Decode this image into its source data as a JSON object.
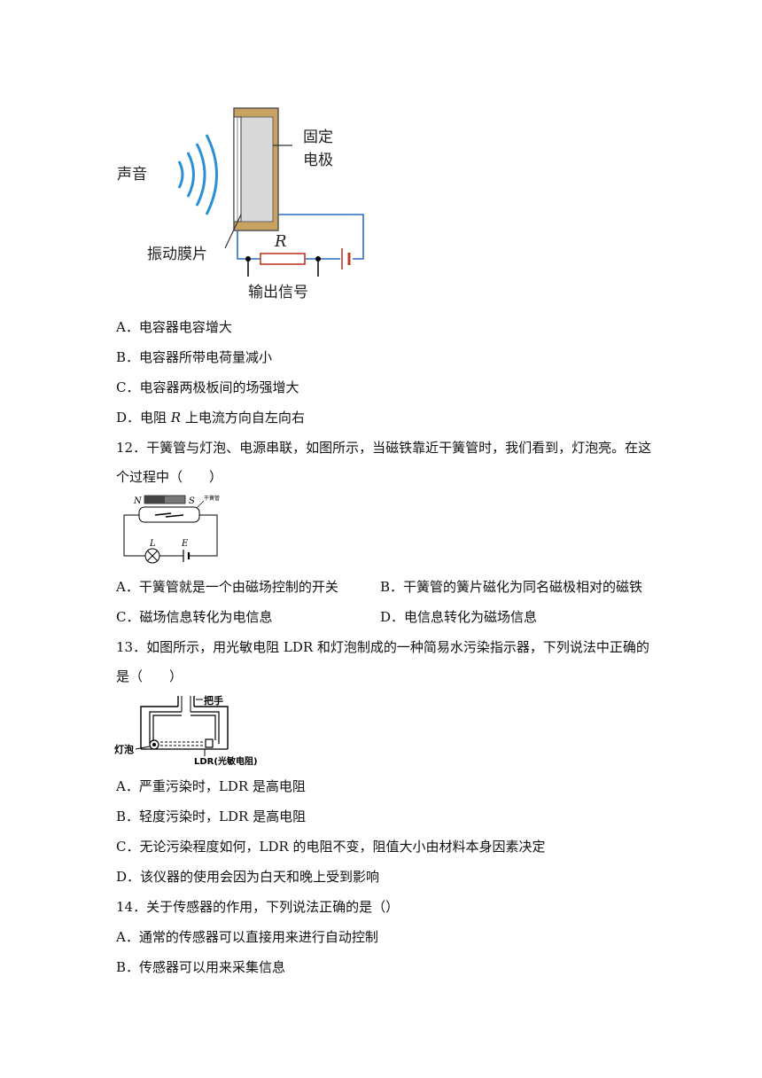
{
  "fig11": {
    "sound": "声音",
    "fixed_electrode_line1": "固定",
    "fixed_electrode_line2": "电极",
    "membrane": "振动膜片",
    "resistor": "R",
    "output": "输出信号"
  },
  "q11": {
    "options": {
      "a": "A．电容器电容增大",
      "b": "B．电容器所带电荷量减小",
      "c": "C．电容器两极板间的场强增大",
      "d_prefix": "D．电阻 ",
      "d_r": "R",
      "d_suffix": " 上电流方向自左向右"
    }
  },
  "q12": {
    "stem_line1": "12．干簧管与灯泡、电源串联，如图所示，当磁铁靠近干簧管时，我们看到，灯泡亮。在这",
    "stem_line2": "个过程中（　　）",
    "fig": {
      "n": "N",
      "s": "S",
      "reed": "干簧管",
      "l": "L",
      "e": "E"
    },
    "options": {
      "a": "A．干簧管就是一个由磁场控制的开关",
      "b": "B．干簧管的簧片磁化为同名磁极相对的磁铁",
      "c": "C．磁场信息转化为电信息",
      "d": "D．电信息转化为磁场信息"
    }
  },
  "q13": {
    "stem_line1": "13．如图所示，用光敏电阻 LDR 和灯泡制成的一种简易水污染指示器，下列说法中正确的",
    "stem_line2": "是（　　）",
    "fig": {
      "handle": "把手",
      "bulb": "灯泡",
      "ldr": "LDR(光敏电阻)"
    },
    "options": {
      "a": "A．严重污染时，LDR 是高电阻",
      "b": "B．轻度污染时，LDR 是高电阻",
      "c": "C．无论污染程度如何，LDR 的电阻不变，阻值大小由材料本身因素决定",
      "d": "D．该仪器的使用会因为白天和晚上受到影响"
    }
  },
  "q14": {
    "stem": "14．关于传感器的作用，下列说法正确的是（）",
    "options": {
      "a": "A．通常的传感器可以直接用来进行自动控制",
      "b": "B．传感器可以用来采集信息"
    }
  }
}
